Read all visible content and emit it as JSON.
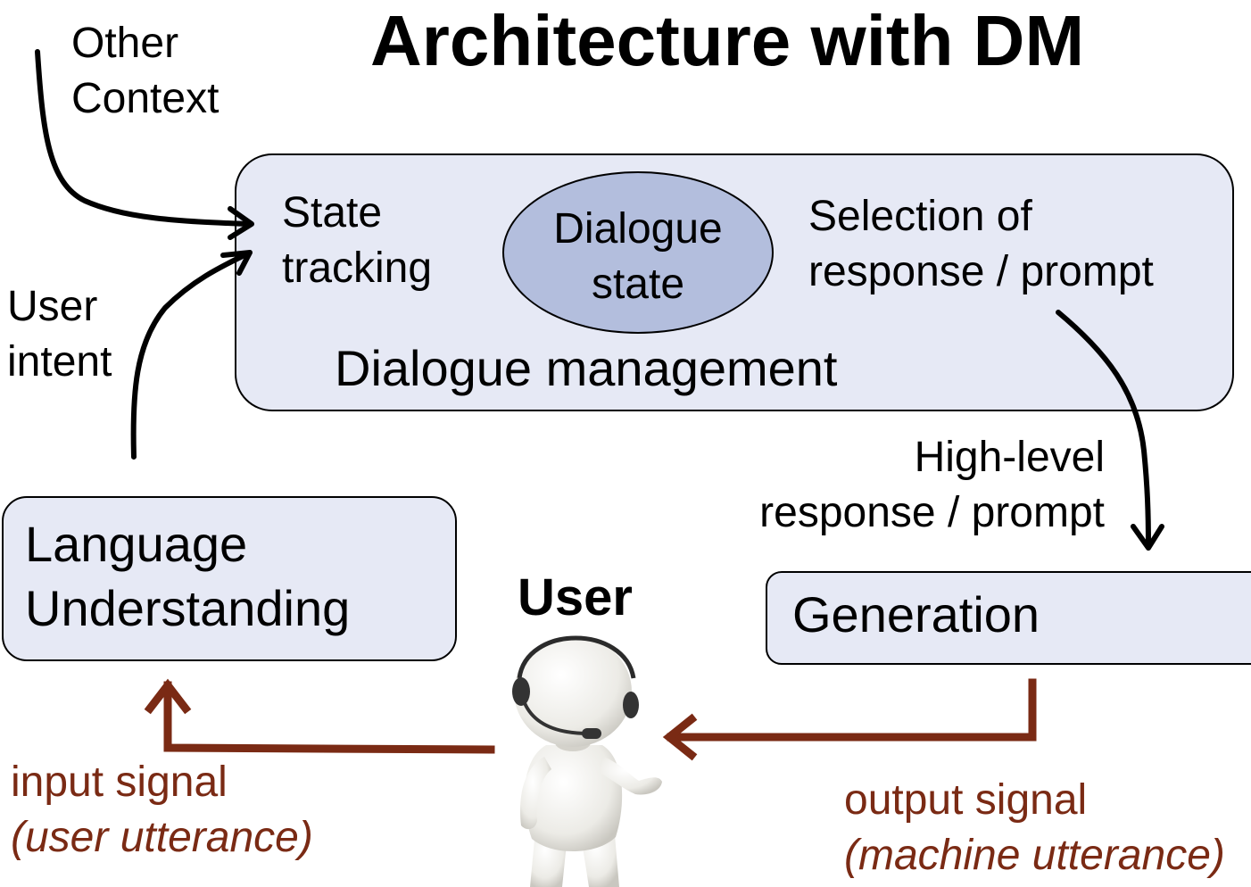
{
  "title": "Architecture with DM",
  "other_context": {
    "line1": "Other",
    "line2": "Context"
  },
  "user_intent": {
    "line1": "User",
    "line2": "intent"
  },
  "dialogue_management": {
    "label": "Dialogue management",
    "state_tracking": {
      "line1": "State",
      "line2": "tracking"
    },
    "dialogue_state": {
      "line1": "Dialogue",
      "line2": "state"
    },
    "selection": {
      "line1": "Selection of",
      "line2": "response / prompt"
    }
  },
  "high_level": {
    "line1": "High-level",
    "line2": "response / prompt"
  },
  "language_understanding": {
    "line1": "Language",
    "line2": "Understanding"
  },
  "generation": {
    "label": "Generation"
  },
  "user": {
    "label": "User"
  },
  "input_signal": {
    "line1": "input signal",
    "line2": "(user utterance)"
  },
  "output_signal": {
    "line1": "output signal",
    "line2": "(machine utterance)"
  },
  "colors": {
    "box_fill": "#e6e9f5",
    "ellipse_fill": "#b3bedd",
    "signal_arrow": "#7a2a14"
  }
}
